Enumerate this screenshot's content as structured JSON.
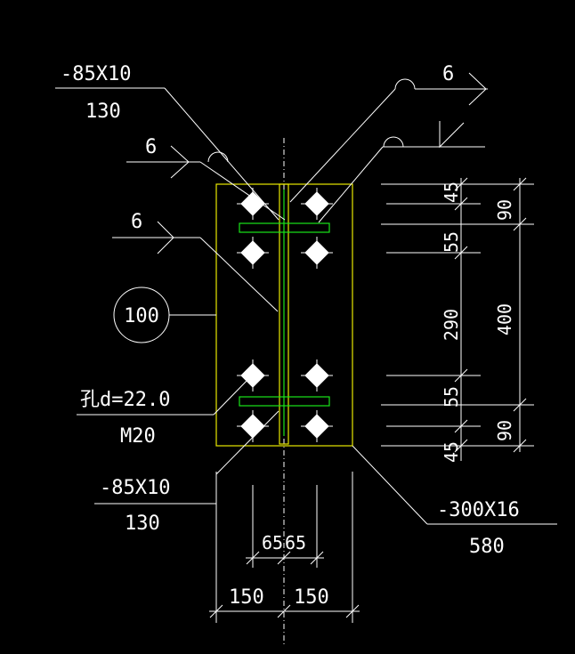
{
  "labels": {
    "plate_top_left": "-85X10",
    "plate_top_left_len": "130",
    "plate_bottom_left": "-85X10",
    "plate_bottom_left_len": "130",
    "plate_main": "-300X16",
    "plate_main_len": "580",
    "hole": "孔d=22.0",
    "bolt": "M20",
    "circle": "100",
    "weld_top_right": "6",
    "weld_left_upper": "6",
    "weld_left_mid": "6"
  },
  "dimensions": {
    "right_inner": [
      "45",
      "55",
      "290",
      "55",
      "45"
    ],
    "right_outer": [
      "90",
      "400",
      "90"
    ],
    "bottom_inner": [
      "65",
      "65"
    ],
    "bottom_outer": [
      "150",
      "150"
    ]
  },
  "colors": {
    "background": "#000000",
    "lines": "#ffffff",
    "plate": "#e8e800",
    "flange": "#19e619"
  }
}
